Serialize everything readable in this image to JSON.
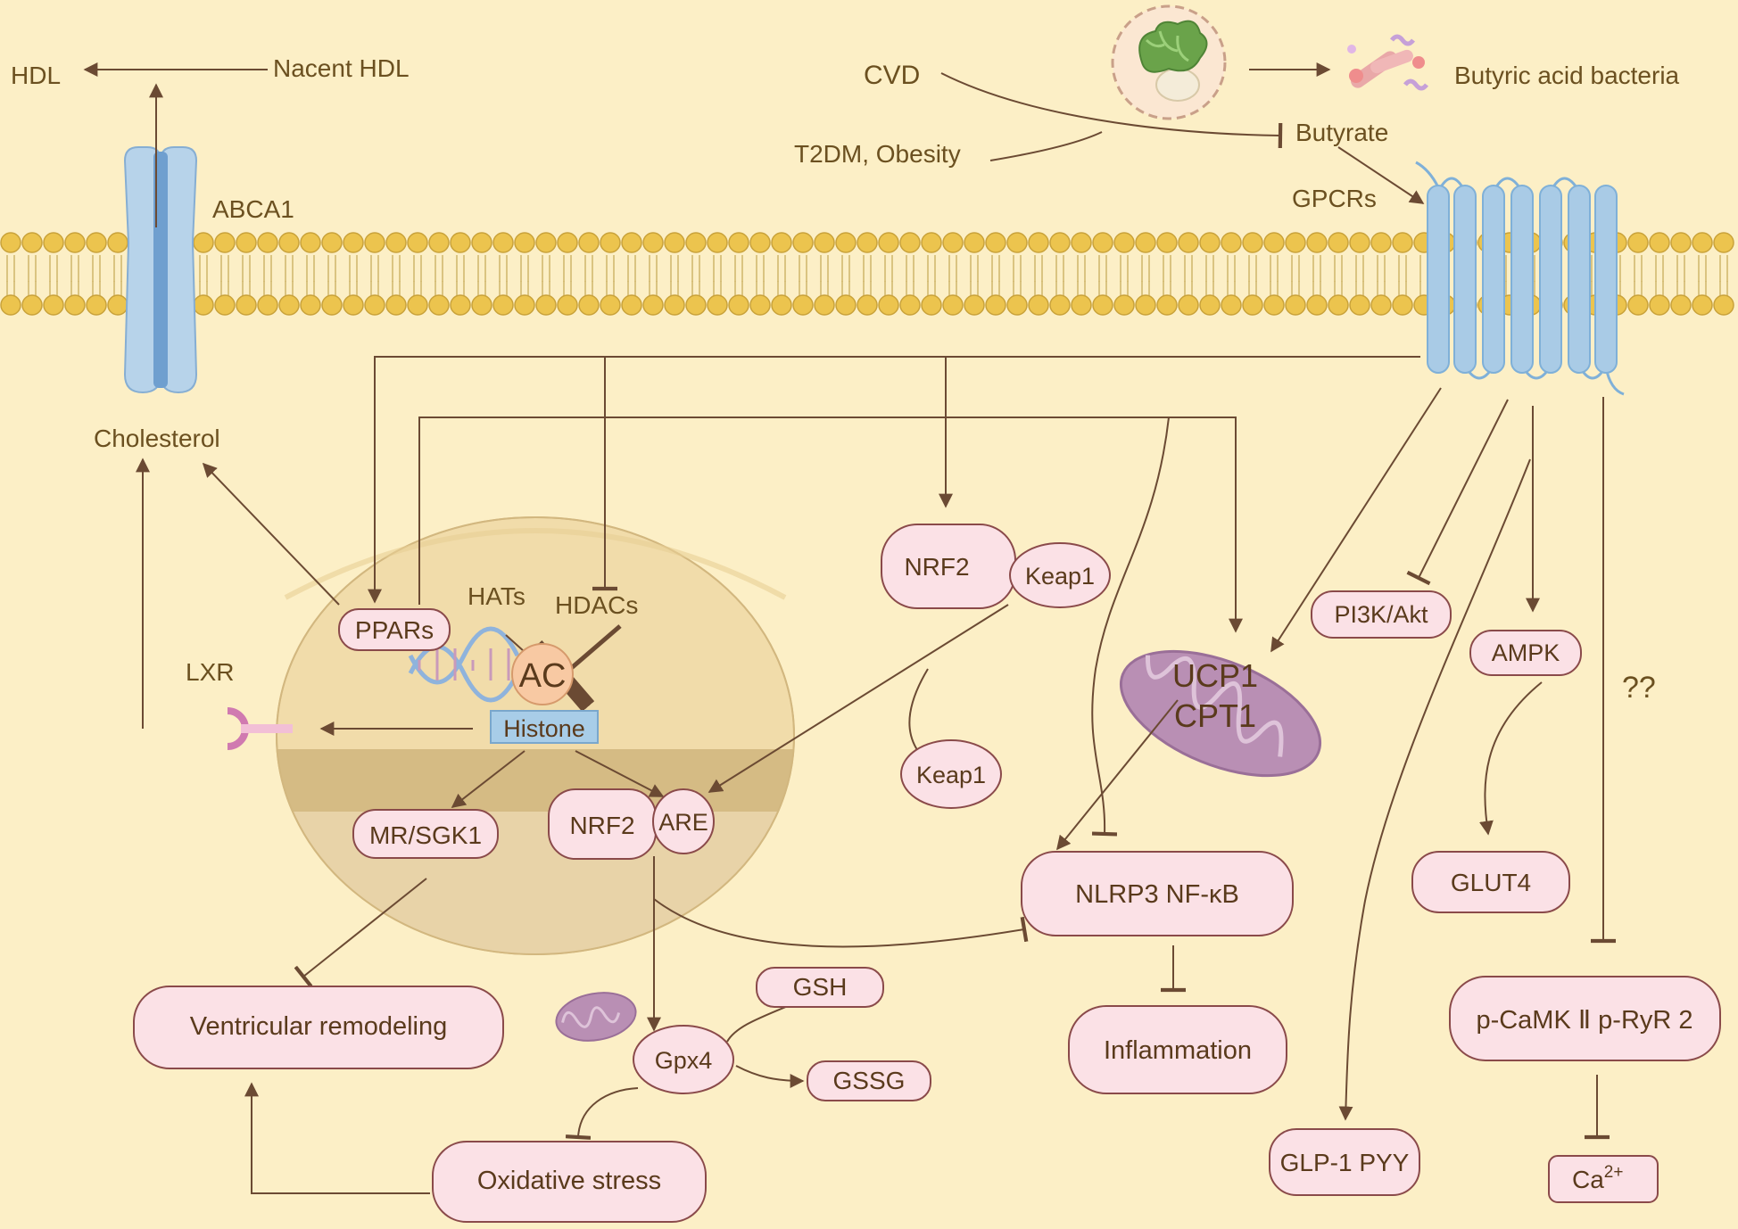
{
  "labels": {
    "hdl": "HDL",
    "nacent_hdl": "Nacent HDL",
    "abca1": "ABCA1",
    "cholesterol": "Cholesterol",
    "lxr": "LXR",
    "cvd": "CVD",
    "t2dm_obesity": "T2DM, Obesity",
    "butyrate": "Butyrate",
    "butyric_bacteria": "Butyric acid bacteria",
    "gpcrs": "GPCRs",
    "hats": "HATs",
    "hdacs": "HDACs",
    "unknown": "??"
  },
  "nodes": {
    "ppars": "PPARs",
    "ac": "AC",
    "histone": "Histone",
    "mr_sgk1": "MR/SGK1",
    "nrf2_nucleus": "NRF2",
    "are": "ARE",
    "nrf2_cyto": "NRF2",
    "keap1_bound": "Keap1",
    "keap1_free": "Keap1",
    "ucp1": "UCP1",
    "cpt1": "CPT1",
    "pi3k_akt": "PI3K/Akt",
    "ampk": "AMPK",
    "glut4": "GLUT4",
    "nlrp3": "NLRP3 NF-κB",
    "inflammation": "Inflammation",
    "ventricular": "Ventricular remodeling",
    "gsh": "GSH",
    "gpx4": "Gpx4",
    "gssg": "GSSG",
    "oxidative": "Oxidative stress",
    "glp1": "GLP-1 PYY",
    "camk": "p-CaMK Ⅱ p-RyR 2",
    "ca": "Ca",
    "ca_sup": "2+"
  },
  "colors": {
    "background": "#fcefc6",
    "arrow": "#6b4a33",
    "node_fill": "#fbe1e6",
    "node_stroke": "#8a4a4a",
    "membrane_head": "#ecc44e",
    "receptor": "#a9cbe6",
    "nucleus": "#f0d9a4",
    "mitochondrion": "#b78cb0"
  }
}
